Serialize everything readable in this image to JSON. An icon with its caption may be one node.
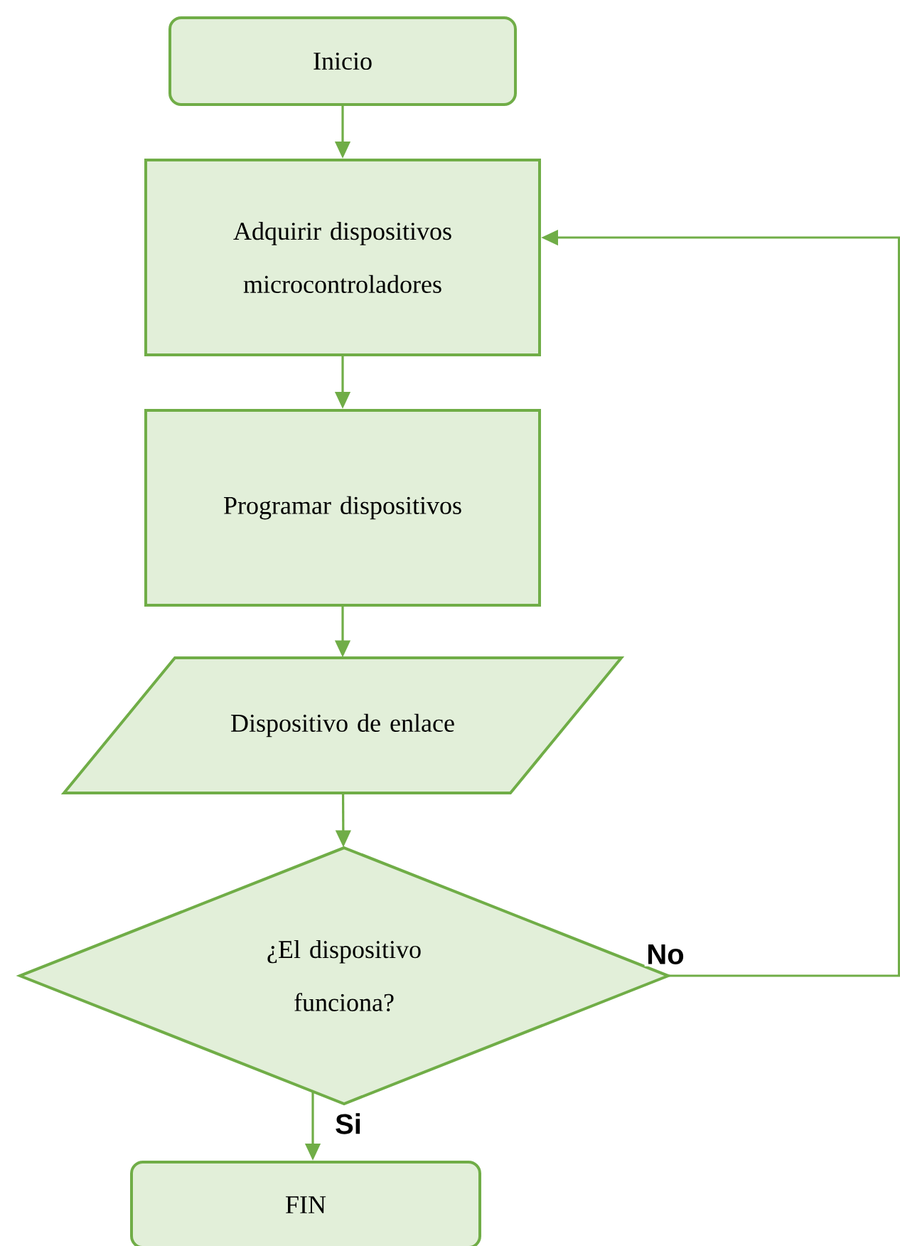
{
  "diagram": {
    "nodes": [
      {
        "text": [
          "Inicio"
        ]
      },
      {
        "text": [
          "Adquirir dispositivos microcontroladores"
        ]
      },
      {
        "text": [
          "Programar dispositivos"
        ]
      },
      {
        "text": [
          "Dispositivo de enlace"
        ]
      },
      {
        "text": [
          "¿El dispositivo funciona?"
        ]
      },
      {
        "text": [
          "FIN"
        ]
      }
    ],
    "edges": [
      {
        "from": 0,
        "to": 1,
        "arrow": "to"
      },
      {
        "from": 1,
        "to": 2,
        "arrow": "to"
      },
      {
        "from": 2,
        "to": 3,
        "arrow": "to"
      },
      {
        "from": 3,
        "to": 4,
        "arrow": "to"
      },
      {
        "from": 4,
        "to": 5,
        "arrow": "to",
        "label": "Si"
      },
      {
        "from": 4,
        "to": 1,
        "arrow": "to",
        "label": "No"
      }
    ]
  }
}
